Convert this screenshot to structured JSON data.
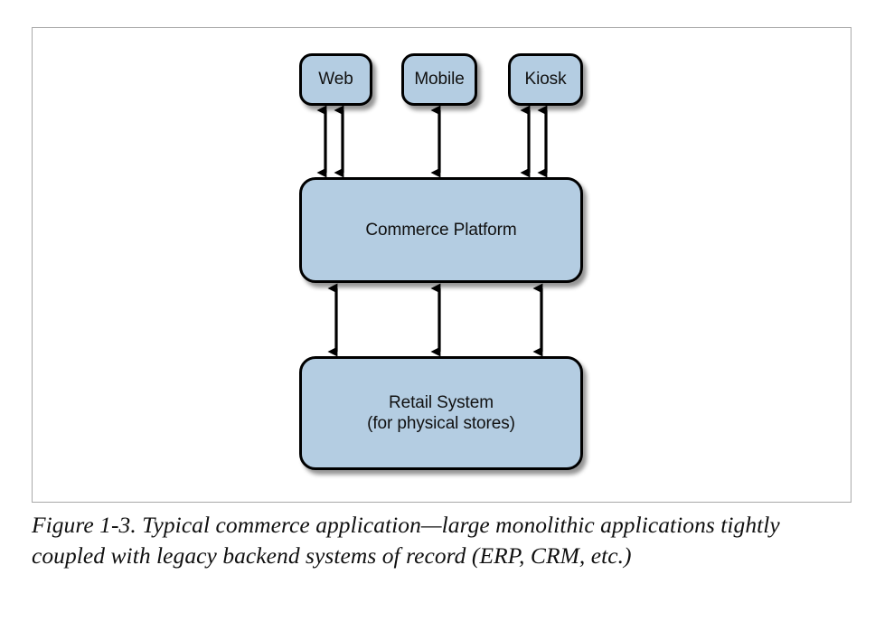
{
  "figure": {
    "caption": "Figure 1-3. Typical commerce application—large monolithic applications tightly coupled with legacy backend systems of record (ERP, CRM, etc.)",
    "frame_border_color": "#a8a8a8",
    "background_color": "#ffffff"
  },
  "diagram": {
    "type": "block-architecture",
    "node_fill_color": "#b4cde2",
    "node_border_color": "#000000",
    "arrow_color": "#000000",
    "nodes": [
      {
        "id": "web",
        "label": "Web",
        "tier": "channel"
      },
      {
        "id": "mobile",
        "label": "Mobile",
        "tier": "channel"
      },
      {
        "id": "kiosk",
        "label": "Kiosk",
        "tier": "channel"
      },
      {
        "id": "commerce",
        "label": "Commerce Platform",
        "tier": "platform"
      },
      {
        "id": "retail",
        "label_line_1": "Retail System",
        "label_line_2": "(for physical stores)",
        "tier": "backend"
      }
    ],
    "connections": [
      {
        "from": "web",
        "to": "commerce",
        "style": "bidirectional",
        "count": 2
      },
      {
        "from": "mobile",
        "to": "commerce",
        "style": "bidirectional",
        "count": 1
      },
      {
        "from": "kiosk",
        "to": "commerce",
        "style": "bidirectional",
        "count": 2
      },
      {
        "from": "commerce",
        "to": "retail",
        "style": "bidirectional",
        "count": 3
      }
    ]
  }
}
